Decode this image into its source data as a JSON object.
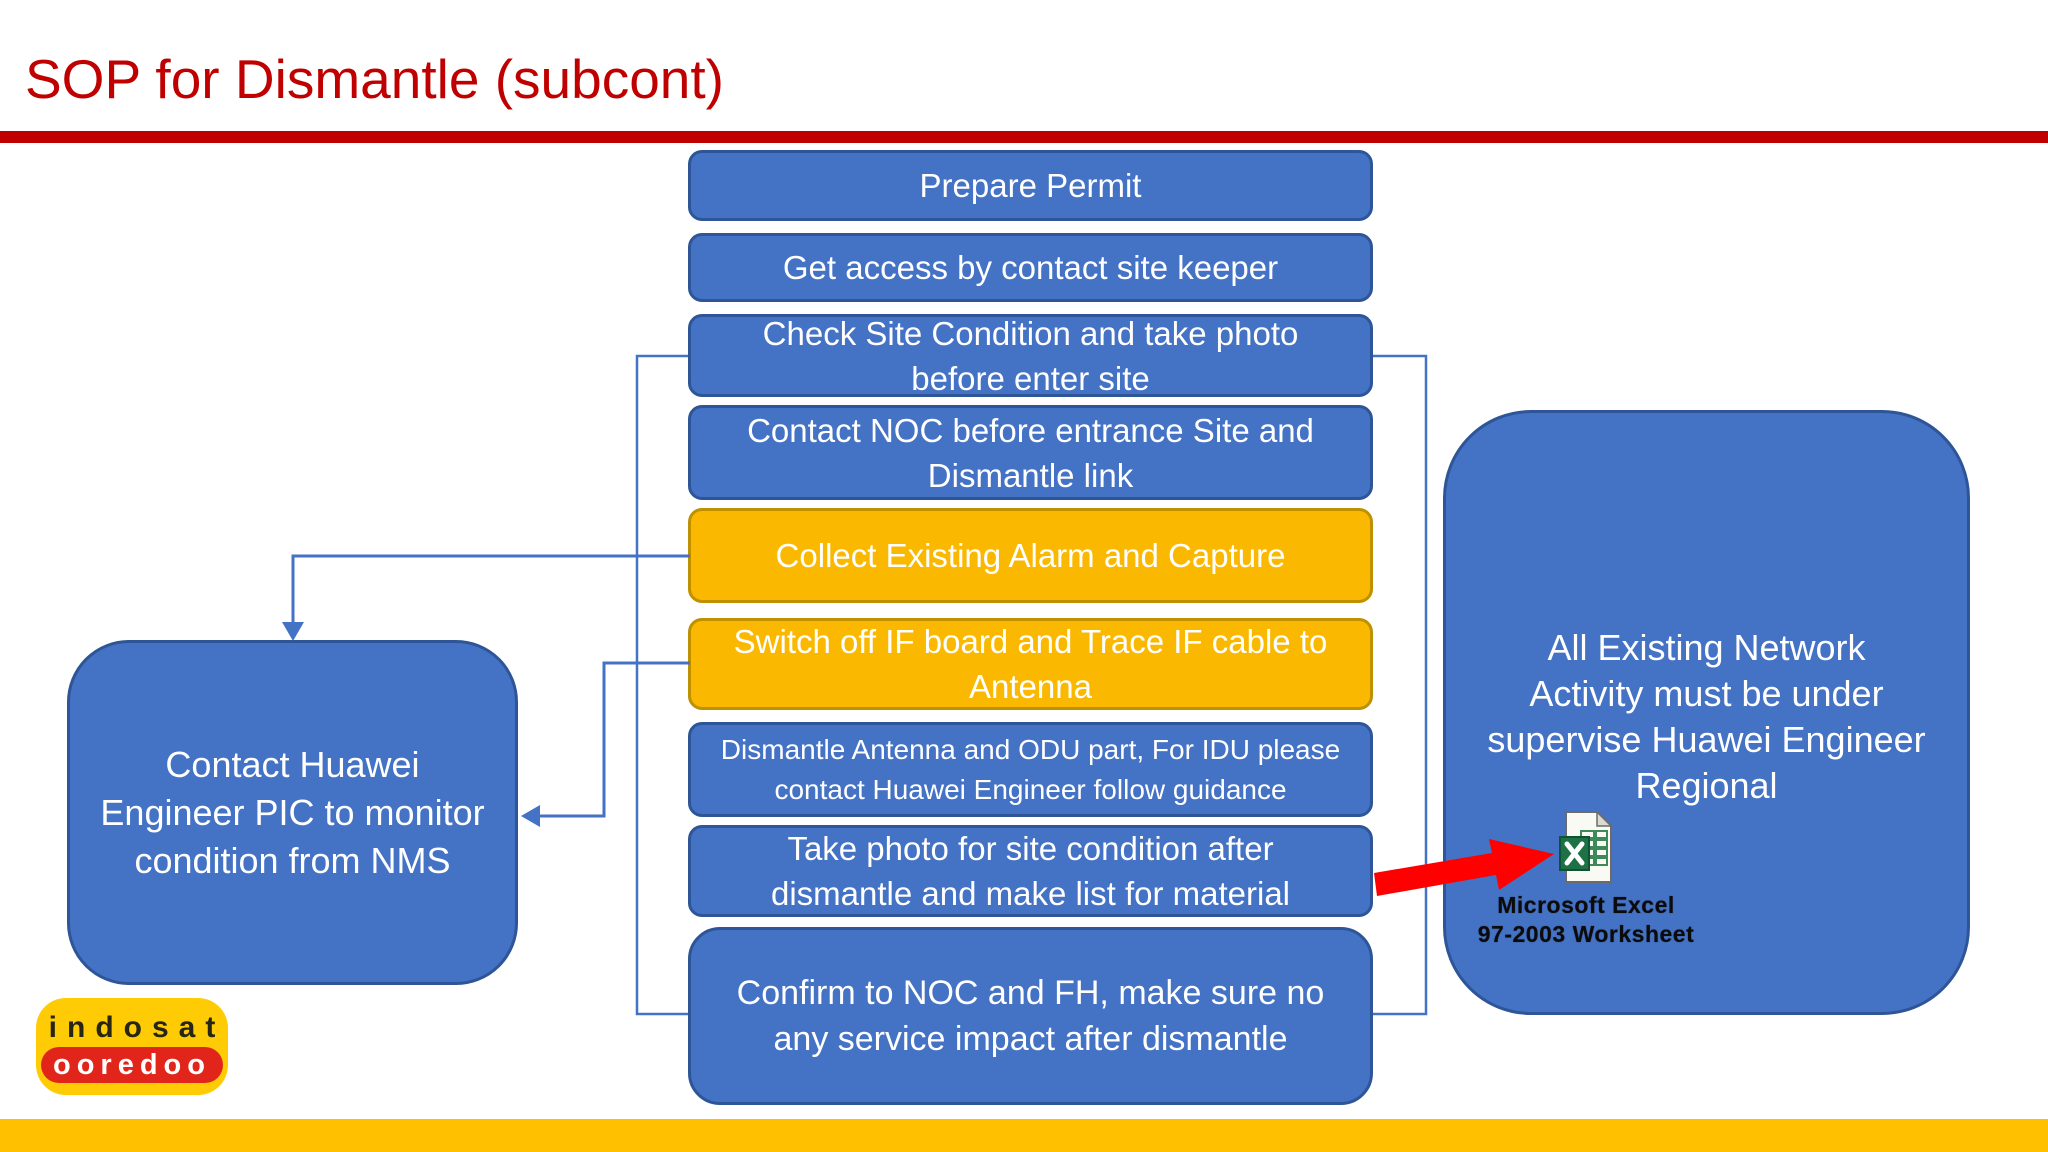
{
  "slide": {
    "title": "SOP for Dismantle (subcont)"
  },
  "colors": {
    "title_red": "#C00000",
    "divider_red": "#C00000",
    "box_blue_fill": "#4472C4",
    "box_blue_border": "#2E5597",
    "box_orange_fill": "#FAB900",
    "box_orange_border": "#BF9000",
    "connector_blue": "#4472C4",
    "red_arrow": "#FF0000",
    "footer_yellow": "#FFC000",
    "logo_yellow": "#FFCB05",
    "logo_red": "#E1251B"
  },
  "flow": {
    "steps": [
      {
        "id": "prepare-permit",
        "lines": [
          "Prepare Permit"
        ]
      },
      {
        "id": "get-access",
        "lines": [
          "Get access by contact site keeper"
        ]
      },
      {
        "id": "check-site-condition",
        "lines": [
          "Check Site Condition and take photo",
          "before enter site"
        ]
      },
      {
        "id": "contact-noc",
        "lines": [
          "Contact NOC before entrance Site and",
          "Dismantle link"
        ]
      },
      {
        "id": "collect-alarm",
        "lines": [
          "Collect Existing Alarm and Capture"
        ]
      },
      {
        "id": "switch-off-if-board",
        "lines": [
          "Switch off IF board and Trace IF cable to",
          "Antenna"
        ]
      },
      {
        "id": "dismantle-antenna-odu",
        "lines": [
          "Dismantle Antenna and ODU part, For IDU please",
          "contact Huawei Engineer follow guidance"
        ]
      },
      {
        "id": "take-photo-after",
        "lines": [
          "Take photo for site condition after",
          "dismantle and make list for material"
        ]
      },
      {
        "id": "confirm-noc-fh",
        "lines": [
          "Confirm to NOC and FH, make sure no",
          "any service impact after dismantle"
        ]
      }
    ]
  },
  "side_notes": {
    "left": {
      "lines": [
        "Contact Huawei",
        "Engineer PIC to monitor",
        "condition from NMS"
      ]
    },
    "right": {
      "lines": [
        "All Existing Network",
        "Activity must be under",
        "supervise Huawei Engineer",
        "Regional"
      ]
    }
  },
  "attachment": {
    "icon": "excel-file-icon",
    "caption_lines": [
      "Microsoft Excel",
      "97-2003 Worksheet"
    ]
  },
  "logo": {
    "line1": "indosat",
    "line2": "ooredoo"
  }
}
